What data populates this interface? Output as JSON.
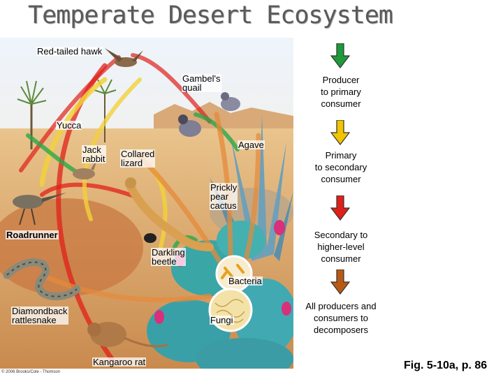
{
  "title": "Temperate Desert Ecosystem",
  "organisms": {
    "hawk": "Red-tailed hawk",
    "quail": "Gambel's\nquail",
    "yucca": "Yucca",
    "agave": "Agave",
    "jack_rabbit": "Jack\nrabbit",
    "collared_lizard": "Collared\nlizard",
    "prickly_pear": "Prickly\npear\ncactus",
    "roadrunner": "Roadrunner",
    "darkling_beetle": "Darkling\nbeetle",
    "bacteria": "Bacteria",
    "rattlesnake": "Diamondback\nrattlesnake",
    "fungi": "Fungi",
    "kangaroo_rat": "Kangaroo rat"
  },
  "legend": [
    {
      "label": "Producer\nto primary\nconsumer",
      "color": "#1e9a3a"
    },
    {
      "label": "Primary\nto secondary\nconsumer",
      "color": "#f2c400"
    },
    {
      "label": "Secondary to\nhigher-level\nconsumer",
      "color": "#e0201a"
    },
    {
      "label": "All producers and\nconsumers to\ndecomposers",
      "color": "#b85a14"
    }
  ],
  "figure_ref": "Fig. 5-10a, p. 86",
  "copyright": "© 2006 Brooks/Cole - Thomson"
}
